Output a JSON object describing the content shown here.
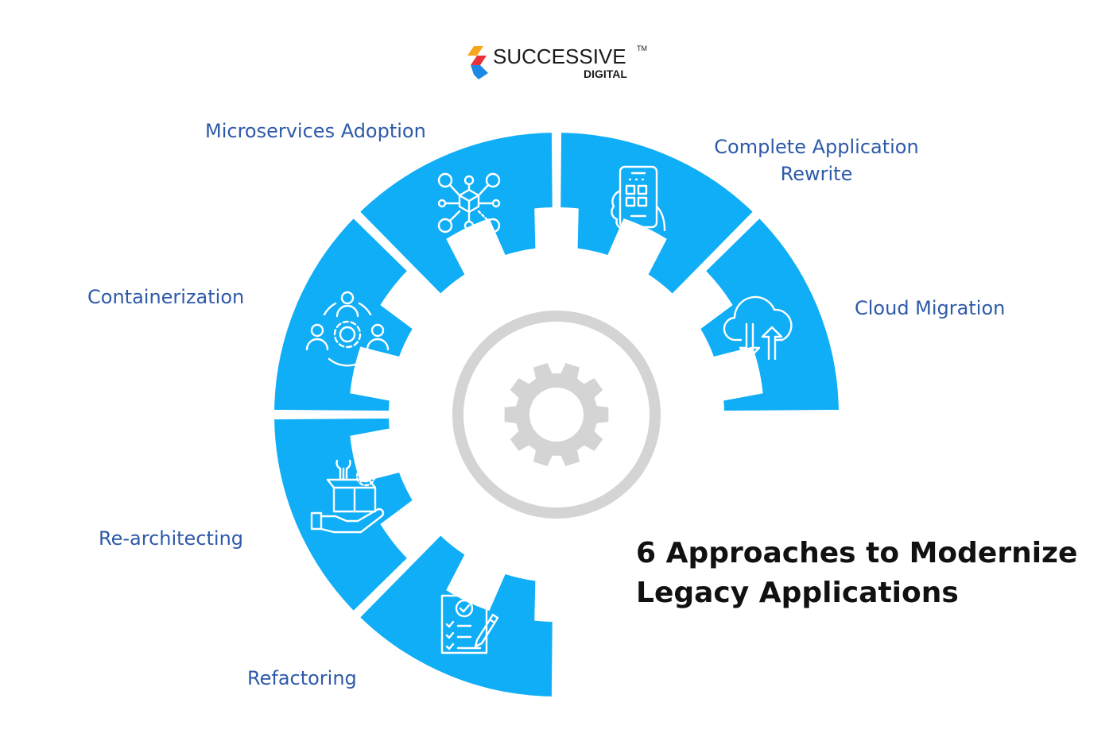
{
  "brand": {
    "name": "SUCCESSIVE",
    "trademark": "TM",
    "subtitle": "DIGITAL",
    "colors": [
      "#f7a51d",
      "#e8333a",
      "#1e88e5"
    ]
  },
  "title_line1": "6 Approaches to Modernize",
  "title_line2": "Legacy Applications",
  "segments": [
    {
      "label": "Microservices Adoption",
      "icon": "network-cube-icon"
    },
    {
      "label_line1": "Complete Application",
      "label_line2": "Rewrite",
      "icon": "mobile-app-icon"
    },
    {
      "label": "Cloud Migration",
      "icon": "cloud-upload-download-icon"
    },
    {
      "label": "Containerization",
      "icon": "team-gear-icon"
    },
    {
      "label": "Re-architecting",
      "icon": "box-tools-hand-icon"
    },
    {
      "label": "Refactoring",
      "icon": "checklist-pencil-icon"
    }
  ],
  "colors": {
    "segment": "#10aef6",
    "gear": "#d4d4d4",
    "label": "#2e5aa8",
    "title": "#111111"
  }
}
